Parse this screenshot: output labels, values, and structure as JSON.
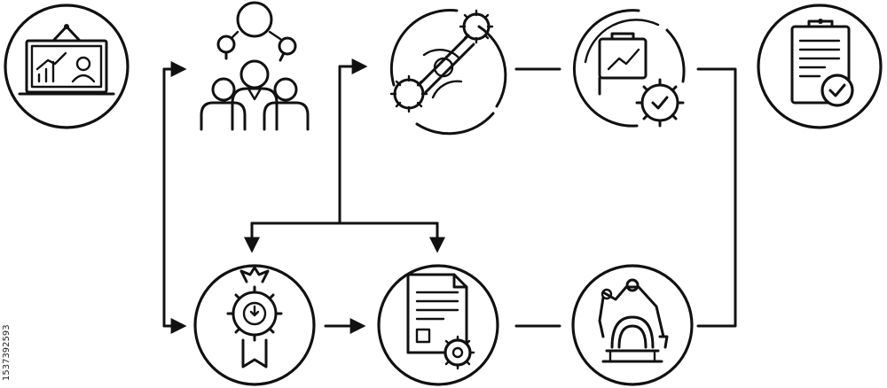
{
  "diagram": {
    "stroke_color": "#111111",
    "background": "#ffffff",
    "nodes": [
      {
        "id": "presentation",
        "icon": "presentation-board-icon"
      },
      {
        "id": "team",
        "icon": "team-network-icon"
      },
      {
        "id": "integration",
        "icon": "gears-connection-icon"
      },
      {
        "id": "analytics",
        "icon": "analytics-gear-icon"
      },
      {
        "id": "approved-report",
        "icon": "clipboard-check-icon"
      },
      {
        "id": "quality-badge",
        "icon": "gear-award-badge-icon"
      },
      {
        "id": "documentation",
        "icon": "document-gear-icon"
      },
      {
        "id": "automation",
        "icon": "robotic-arm-icon"
      }
    ],
    "connections": [
      {
        "from": "presentation",
        "to": "team",
        "style": "arrow"
      },
      {
        "from": "presentation",
        "to": "quality-badge",
        "style": "arrow"
      },
      {
        "from": "team",
        "to": "integration",
        "style": "arrow"
      },
      {
        "from": "team",
        "to": "quality-badge",
        "style": "arrow"
      },
      {
        "from": "team",
        "to": "documentation",
        "style": "arrow"
      },
      {
        "from": "integration",
        "to": "analytics",
        "style": "line"
      },
      {
        "from": "quality-badge",
        "to": "documentation",
        "style": "arrow"
      },
      {
        "from": "documentation",
        "to": "automation",
        "style": "line"
      },
      {
        "from": "automation",
        "to": "analytics",
        "style": "line"
      }
    ]
  },
  "watermark": {
    "stock_id": "1537392593"
  }
}
